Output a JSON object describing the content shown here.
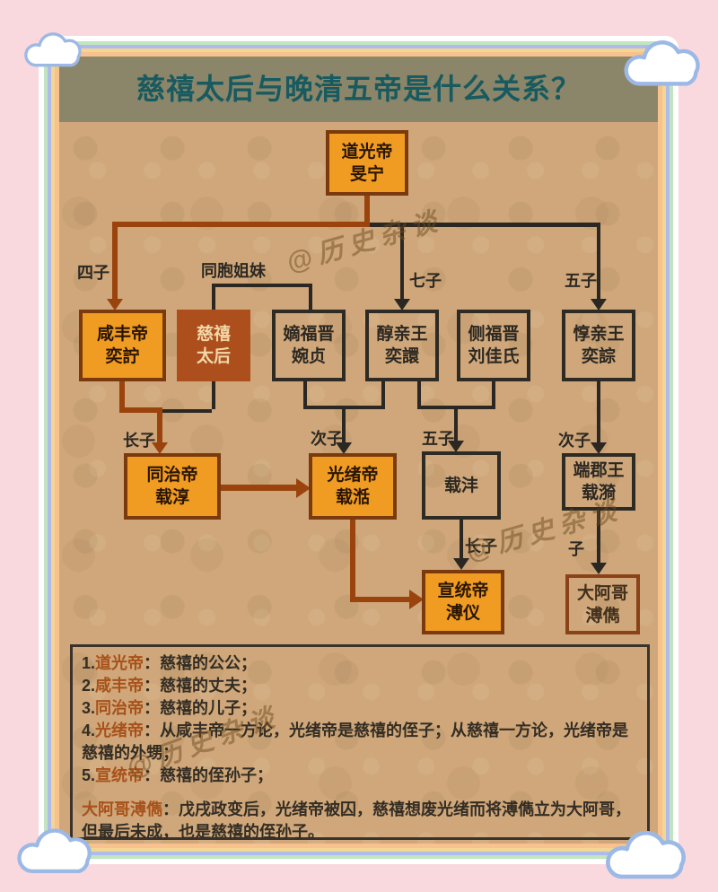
{
  "title": "慈禧太后与晚清五帝是什么关系？",
  "watermark": "@历史杂谈",
  "tree": {
    "nodes": [
      {
        "title": "道光帝",
        "name": "旻宁"
      },
      {
        "title": "咸丰帝",
        "name": "奕詝"
      },
      {
        "title": "慈禧",
        "name": "太后"
      },
      {
        "title": "嫡福晋",
        "name": "婉贞"
      },
      {
        "title": "醇亲王",
        "name": "奕譞"
      },
      {
        "title": "侧福晋",
        "name": "刘佳氏"
      },
      {
        "title": "惇亲王",
        "name": "奕誴"
      },
      {
        "title": "同治帝",
        "name": "载淳"
      },
      {
        "title": "光绪帝",
        "name": "载湉"
      },
      {
        "title": "载沣",
        "name": ""
      },
      {
        "title": "端郡王",
        "name": "载漪"
      },
      {
        "title": "宣统帝",
        "name": "溥仪"
      },
      {
        "title": "大阿哥",
        "name": "溥儁"
      }
    ],
    "labels": {
      "sizi": "四子",
      "tongbao": "同胞姐妹",
      "qizi": "七子",
      "wuzi_r": "五子",
      "zhangzi": "长子",
      "cizi": "次子",
      "wuzi_m": "五子",
      "cizi_r": "次子",
      "zhangzi_b": "长子",
      "zi_b": "子"
    }
  },
  "notes": {
    "items": [
      {
        "num": "1.",
        "name": "道光帝",
        "sep": "：",
        "text": "慈禧的公公；"
      },
      {
        "num": "2.",
        "name": "咸丰帝",
        "sep": "：",
        "text": "慈禧的丈夫；"
      },
      {
        "num": "3.",
        "name": "同治帝",
        "sep": "：",
        "text": "慈禧的儿子；"
      },
      {
        "num": "4.",
        "name": "光绪帝",
        "sep": "：",
        "text": "从咸丰帝一方论，光绪帝是慈禧的侄子；从慈禧一方论，光绪帝是慈禧的外甥；"
      },
      {
        "num": "5.",
        "name": "宣统帝",
        "sep": "：",
        "text": "慈禧的侄孙子；"
      }
    ],
    "daage": {
      "name": "大阿哥溥儁",
      "sep": "：",
      "text": "戊戌政变后，光绪帝被囚，慈禧想废光绪而将溥儁立为大阿哥，但最后未成，也是慈禧的侄孙子。"
    }
  },
  "colors": {
    "page_bg": "#f9d9de",
    "paper": "#cfa77a",
    "header_bg": "#8b8569",
    "title_color": "#175a5f",
    "gold_box": "#f09c22",
    "cixi_box": "#ad4f1d",
    "rust_line": "#9a430d",
    "black_line": "#2b2723",
    "note_name": "#a8511a"
  }
}
